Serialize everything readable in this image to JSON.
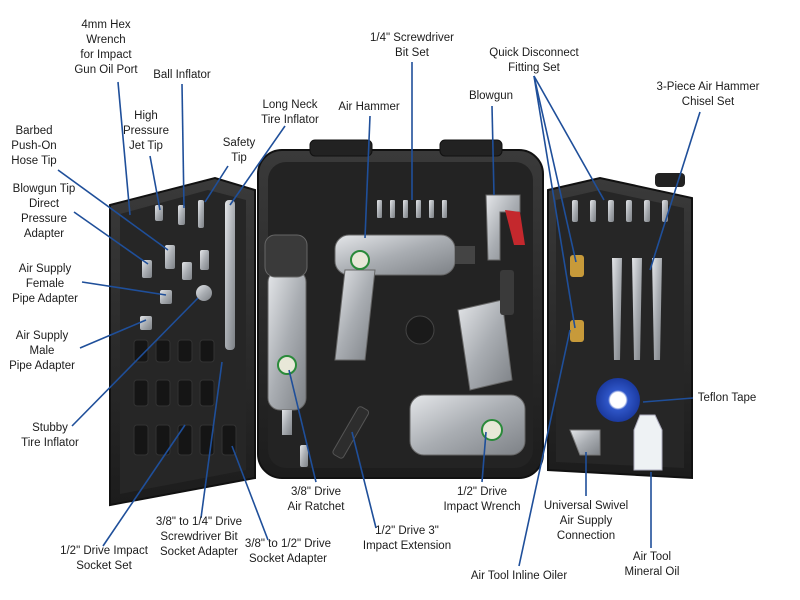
{
  "leader_color": "#1f4f9a",
  "case_color": "#2a2a2a",
  "tool_color": "#b9bcc0",
  "callouts": {
    "hex_wrench": [
      "4mm Hex",
      "Wrench",
      "for Impact",
      "Gun Oil Port"
    ],
    "ball_inflator": [
      "Ball Inflator"
    ],
    "high_pressure_jet_tip": [
      "High",
      "Pressure",
      "Jet Tip"
    ],
    "safety_tip": [
      "Safety",
      "Tip"
    ],
    "long_neck_tire_inflator": [
      "Long Neck",
      "Tire Inflator"
    ],
    "air_hammer": [
      "Air Hammer"
    ],
    "screwdriver_bit_set": [
      "1/4\" Screwdriver",
      "Bit Set"
    ],
    "blowgun": [
      "Blowgun"
    ],
    "quick_disconnect_fitting_set": [
      "Quick Disconnect",
      "Fitting Set"
    ],
    "air_hammer_chisel_set": [
      "3-Piece Air Hammer",
      "Chisel Set"
    ],
    "barbed_hose_tip": [
      "Barbed",
      "Push-On",
      "Hose Tip"
    ],
    "blowgun_tip_adapter": [
      "Blowgun Tip",
      "Direct",
      "Pressure",
      "Adapter"
    ],
    "female_pipe_adapter": [
      "Air Supply",
      "Female",
      "Pipe Adapter"
    ],
    "male_pipe_adapter": [
      "Air Supply",
      "Male",
      "Pipe Adapter"
    ],
    "stubby_tire_inflator": [
      "Stubby",
      "Tire Inflator"
    ],
    "teflon_tape": [
      "Teflon Tape"
    ],
    "drive_air_ratchet": [
      "3/8\" Drive",
      "Air Ratchet"
    ],
    "impact_wrench": [
      "1/2\" Drive",
      "Impact Wrench"
    ],
    "universal_swivel": [
      "Universal Swivel",
      "Air Supply",
      "Connection"
    ],
    "impact_extension": [
      "1/2\" Drive 3\"",
      "Impact Extension"
    ],
    "screwdriver_bit_socket_adapter": [
      "3/8\" to 1/4\" Drive",
      "Screwdriver Bit",
      "Socket Adapter"
    ],
    "socket_adapter": [
      "3/8\" to 1/2\" Drive",
      "Socket Adapter"
    ],
    "impact_socket_set": [
      "1/2\" Drive Impact",
      "Socket Set"
    ],
    "air_tool_inline_oiler": [
      "Air Tool Inline Oiler"
    ],
    "air_tool_mineral_oil": [
      "Air Tool",
      "Mineral Oil"
    ]
  }
}
